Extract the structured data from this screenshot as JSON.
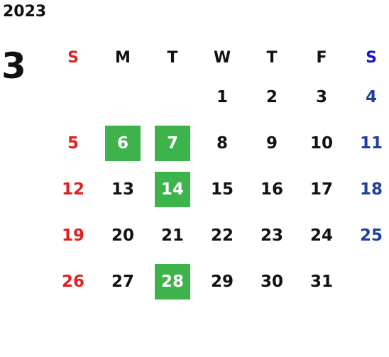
{
  "calendar": {
    "year": "2023",
    "month": "3",
    "weekdays": [
      "S",
      "M",
      "T",
      "W",
      "T",
      "F",
      "S"
    ],
    "highlight_color": "#3cb44b",
    "sunday_color": "#e02020",
    "saturday_color": "#1f3f99",
    "weeks": [
      [
        {
          "day": ""
        },
        {
          "day": ""
        },
        {
          "day": ""
        },
        {
          "day": "1"
        },
        {
          "day": "2"
        },
        {
          "day": "3"
        },
        {
          "day": "4"
        }
      ],
      [
        {
          "day": "5"
        },
        {
          "day": "6",
          "highlighted": true
        },
        {
          "day": "7",
          "highlighted": true
        },
        {
          "day": "8"
        },
        {
          "day": "9"
        },
        {
          "day": "10"
        },
        {
          "day": "11"
        }
      ],
      [
        {
          "day": "12"
        },
        {
          "day": "13"
        },
        {
          "day": "14",
          "highlighted": true
        },
        {
          "day": "15"
        },
        {
          "day": "16"
        },
        {
          "day": "17"
        },
        {
          "day": "18"
        }
      ],
      [
        {
          "day": "19"
        },
        {
          "day": "20"
        },
        {
          "day": "21"
        },
        {
          "day": "22"
        },
        {
          "day": "23"
        },
        {
          "day": "24"
        },
        {
          "day": "25"
        }
      ],
      [
        {
          "day": "26"
        },
        {
          "day": "27"
        },
        {
          "day": "28",
          "highlighted": true
        },
        {
          "day": "29"
        },
        {
          "day": "30"
        },
        {
          "day": "31"
        },
        {
          "day": ""
        }
      ]
    ]
  }
}
